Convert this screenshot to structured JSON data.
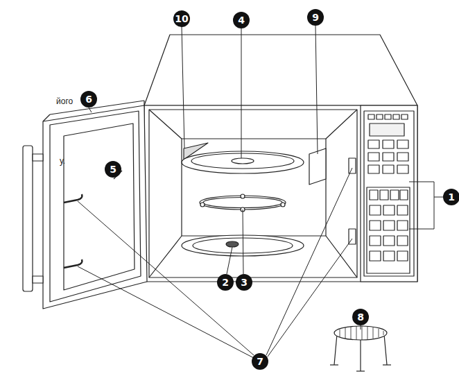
{
  "diagram": {
    "nodes": [
      {
        "text": [
          "10"
        ]
      },
      {
        "text": [
          "4"
        ]
      },
      {
        "text": [
          "9"
        ]
      },
      {
        "text": [
          "6"
        ]
      },
      {
        "text": [
          "5"
        ]
      },
      {
        "text": [
          "1"
        ]
      },
      {
        "text": [
          "2"
        ]
      },
      {
        "text": [
          "3"
        ]
      },
      {
        "text": [
          "8"
        ]
      },
      {
        "text": [
          "7"
        ]
      }
    ],
    "labels": [
      "його",
      "у."
    ]
  }
}
